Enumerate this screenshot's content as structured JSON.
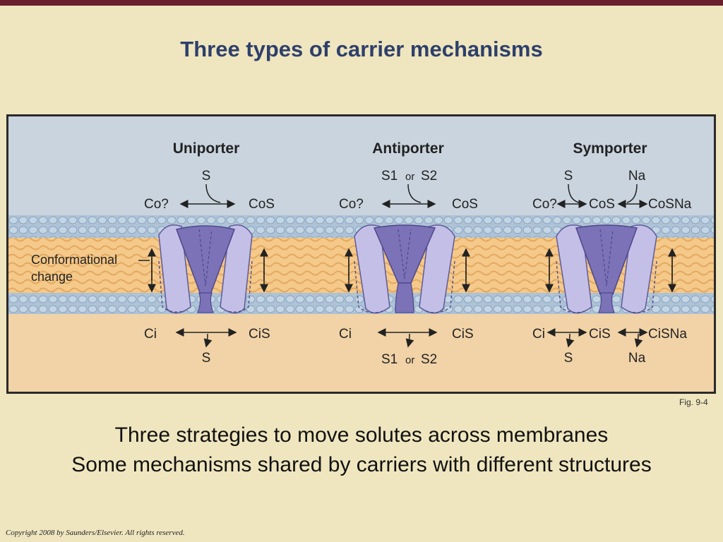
{
  "slide": {
    "title": "Three types of carrier mechanisms",
    "fig_ref": "Fig. 9-4",
    "caption_line1": "Three strategies to move solutes across membranes",
    "caption_line2": "Some mechanisms shared by carriers with different structures",
    "copyright": "Copyright 2008 by Saunders/Elsevier. All rights reserved."
  },
  "diagram": {
    "side_label_line1": "Conformational",
    "side_label_line2": "change",
    "or_word": "or",
    "panels": [
      {
        "title": "Uniporter",
        "top_solute": "S",
        "top_left": "Co?",
        "top_right": "CoS",
        "bottom_left": "Ci",
        "bottom_right": "CiS",
        "bottom_solute": "S"
      },
      {
        "title": "Antiporter",
        "top_solute_a": "S1",
        "top_solute_b": "S2",
        "top_left": "Co?",
        "top_right": "CoS",
        "bottom_left": "Ci",
        "bottom_right": "CiS",
        "bottom_solute_a": "S1",
        "bottom_solute_b": "S2"
      },
      {
        "title": "Symporter",
        "top_solute": "S",
        "top_solute_2": "Na",
        "top_left": "Co?",
        "top_mid": "CoS",
        "top_right": "CoSNa",
        "bottom_left": "Ci",
        "bottom_mid": "CiS",
        "bottom_right": "CiSNa",
        "bottom_solute": "S",
        "bottom_solute_2": "Na"
      }
    ]
  },
  "colors": {
    "background": "#efe6bf",
    "title": "#2e3f6b",
    "top_bar": "#6b1f2e",
    "extracellular": "#c9d4de",
    "membrane_core": "#f4c98a",
    "head_groups": "#aec3d6",
    "cytoplasm": "#f1d3a7",
    "carrier_light": "#c3bfe6",
    "carrier_dark": "#7c72b8"
  }
}
